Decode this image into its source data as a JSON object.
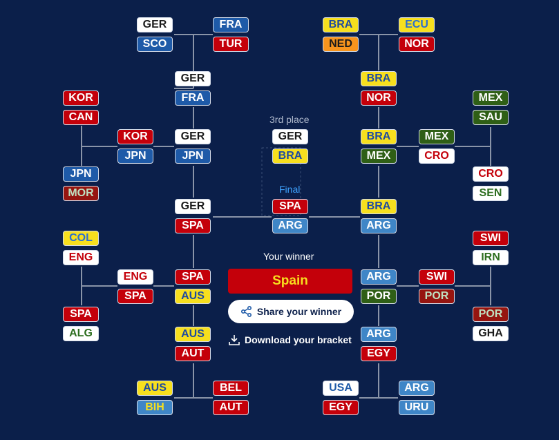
{
  "labels": {
    "third_place": "3rd place",
    "final": "Final",
    "your_winner": "Your winner",
    "winner": "Spain",
    "share": "Share your winner",
    "download": "Download your bracket"
  },
  "icons": {
    "share": "share-icon",
    "download": "download-icon"
  },
  "colors": {
    "background": "#0b1f4a",
    "connector": "#8a94a8",
    "winner_bg": "#c4000a",
    "winner_text": "#f7df1e",
    "final_label": "#3fa3ff"
  },
  "teams": [
    {
      "id": "l-r16-a1",
      "code": "GER",
      "style": "white"
    },
    {
      "id": "l-r16-a2",
      "code": "SCO",
      "style": "blue"
    },
    {
      "id": "l-r16-b1",
      "code": "FRA",
      "style": "blue"
    },
    {
      "id": "l-r16-b2",
      "code": "TUR",
      "style": "red"
    },
    {
      "id": "l-qf-a1",
      "code": "GER",
      "style": "white"
    },
    {
      "id": "l-qf-a2",
      "code": "FRA",
      "style": "blue"
    },
    {
      "id": "l-r16-c1",
      "code": "KOR",
      "style": "red"
    },
    {
      "id": "l-r16-c2",
      "code": "CAN",
      "style": "red"
    },
    {
      "id": "l-r16-d1",
      "code": "JPN",
      "style": "blue"
    },
    {
      "id": "l-r16-d2",
      "code": "MOR",
      "style": "maroon"
    },
    {
      "id": "l-r8-c1",
      "code": "KOR",
      "style": "red"
    },
    {
      "id": "l-r8-c2",
      "code": "JPN",
      "style": "blue"
    },
    {
      "id": "l-qf-b1",
      "code": "GER",
      "style": "white"
    },
    {
      "id": "l-qf-b2",
      "code": "JPN",
      "style": "blue"
    },
    {
      "id": "l-sf-1",
      "code": "GER",
      "style": "white"
    },
    {
      "id": "l-sf-2",
      "code": "SPA",
      "style": "red"
    },
    {
      "id": "l-r16-e1",
      "code": "COL",
      "style": "ywhite"
    },
    {
      "id": "l-r16-e2",
      "code": "ENG",
      "style": "rwhite"
    },
    {
      "id": "l-r16-f1",
      "code": "SPA",
      "style": "red"
    },
    {
      "id": "l-r16-f2",
      "code": "ALG",
      "style": "gwhite"
    },
    {
      "id": "l-r8-e1",
      "code": "ENG",
      "style": "rwhite"
    },
    {
      "id": "l-r8-e2",
      "code": "SPA",
      "style": "red"
    },
    {
      "id": "l-qf-c1",
      "code": "SPA",
      "style": "red"
    },
    {
      "id": "l-qf-c2",
      "code": "AUS",
      "style": "yellow"
    },
    {
      "id": "l-qf-d1",
      "code": "AUS",
      "style": "yellow"
    },
    {
      "id": "l-qf-d2",
      "code": "AUT",
      "style": "red"
    },
    {
      "id": "l-r16-g1",
      "code": "AUS",
      "style": "yellow"
    },
    {
      "id": "l-r16-g2",
      "code": "BIH",
      "style": "gblue"
    },
    {
      "id": "l-r16-h1",
      "code": "BEL",
      "style": "red"
    },
    {
      "id": "l-r16-h2",
      "code": "AUT",
      "style": "red"
    },
    {
      "id": "r-r16-a1",
      "code": "BRA",
      "style": "yellow"
    },
    {
      "id": "r-r16-a2",
      "code": "NED",
      "style": "orange"
    },
    {
      "id": "r-r16-b1",
      "code": "ECU",
      "style": "ywhite"
    },
    {
      "id": "r-r16-b2",
      "code": "NOR",
      "style": "red"
    },
    {
      "id": "r-qf-a1",
      "code": "BRA",
      "style": "yellow"
    },
    {
      "id": "r-qf-a2",
      "code": "NOR",
      "style": "red"
    },
    {
      "id": "r-r16-c1",
      "code": "MEX",
      "style": "green"
    },
    {
      "id": "r-r16-c2",
      "code": "SAU",
      "style": "green"
    },
    {
      "id": "r-r8-c1",
      "code": "MEX",
      "style": "green"
    },
    {
      "id": "r-r8-c2",
      "code": "CRO",
      "style": "rwhite"
    },
    {
      "id": "r-qf-b1",
      "code": "BRA",
      "style": "yellow"
    },
    {
      "id": "r-qf-b2",
      "code": "MEX",
      "style": "green"
    },
    {
      "id": "r-r16-d1",
      "code": "CRO",
      "style": "rwhite"
    },
    {
      "id": "r-r16-d2",
      "code": "SEN",
      "style": "gwhite"
    },
    {
      "id": "r-sf-1",
      "code": "BRA",
      "style": "yellow"
    },
    {
      "id": "r-sf-2",
      "code": "ARG",
      "style": "lblue"
    },
    {
      "id": "r-r16-e1",
      "code": "SWI",
      "style": "red"
    },
    {
      "id": "r-r16-e2",
      "code": "IRN",
      "style": "gwhite"
    },
    {
      "id": "r-qf-c1",
      "code": "ARG",
      "style": "lblue"
    },
    {
      "id": "r-qf-c2",
      "code": "POR",
      "style": "dgreen"
    },
    {
      "id": "r-r8-e1",
      "code": "SWI",
      "style": "red"
    },
    {
      "id": "r-r8-e2",
      "code": "POR",
      "style": "maroon"
    },
    {
      "id": "r-r16-f1",
      "code": "POR",
      "style": "maroon"
    },
    {
      "id": "r-r16-f2",
      "code": "GHA",
      "style": "white"
    },
    {
      "id": "r-qf-d1",
      "code": "ARG",
      "style": "lblue"
    },
    {
      "id": "r-qf-d2",
      "code": "EGY",
      "style": "red"
    },
    {
      "id": "r-r16-g1",
      "code": "USA",
      "style": "bwhite"
    },
    {
      "id": "r-r16-g2",
      "code": "EGY",
      "style": "red"
    },
    {
      "id": "r-r16-h1",
      "code": "ARG",
      "style": "lblue"
    },
    {
      "id": "r-r16-h2",
      "code": "URU",
      "style": "lblue"
    },
    {
      "id": "third-1",
      "code": "GER",
      "style": "white"
    },
    {
      "id": "third-2",
      "code": "BRA",
      "style": "yellow"
    },
    {
      "id": "final-1",
      "code": "SPA",
      "style": "red"
    },
    {
      "id": "final-2",
      "code": "ARG",
      "style": "lblue"
    }
  ]
}
